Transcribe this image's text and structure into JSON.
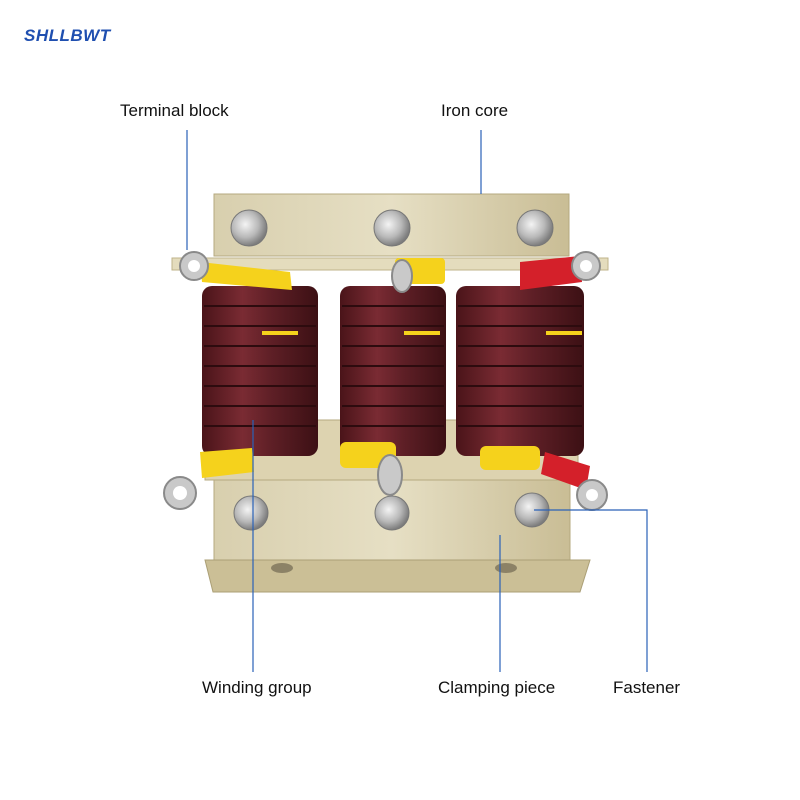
{
  "brand": {
    "logo_text": "SHLLBWT",
    "logo_color": "#1f4fb0"
  },
  "colors": {
    "leader_line": "#2a62b8",
    "frame": "#cfc49f",
    "coil": "#5e1f26",
    "insulation_yellow": "#f5d21c",
    "insulation_red": "#d4202a"
  },
  "labels": {
    "terminal_block": "Terminal block",
    "iron_core": "Iron core",
    "winding_group": "Winding group",
    "clamping_piece": "Clamping piece",
    "fastener": "Fastener"
  }
}
